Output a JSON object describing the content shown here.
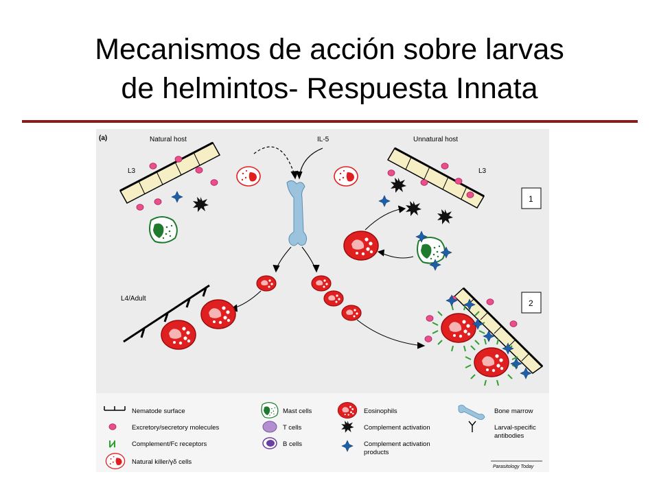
{
  "slide": {
    "title_line1": "Mecanismos de acción sobre larvas",
    "title_line2": "de helmintos- Respuesta Innata"
  },
  "figure": {
    "panel_label": "(a)",
    "natural_host": "Natural host",
    "unnatural_host": "Unnatural host",
    "il5": "IL-5",
    "l3_left": "L3",
    "l3_right": "L3",
    "l4_adult": "L4/Adult",
    "box1": "1",
    "box2": "2",
    "source": "Parasitology Today",
    "legend": {
      "nematode_surface": "Nematode surface",
      "excretory": "Excretory/secretory molecules",
      "complement_fc": "Complement/Fc receptors",
      "nk_cells": "Natural killer/γδ cells",
      "mast_cells": "Mast cells",
      "t_cells": "T cells",
      "b_cells": "B cells",
      "eosinophils": "Eosinophils",
      "complement_activation": "Complement activation",
      "complement_products_1": "Complement activation",
      "complement_products_2": "products",
      "bone_marrow": "Bone marrow",
      "antibodies_1": "Larval-specific",
      "antibodies_2": "antibodies"
    }
  },
  "colors": {
    "rule": "#8b1a1a",
    "eosinophil": "#e02020",
    "mast_cell": "#1f7a2e",
    "bone_marrow": "#9cc3dd",
    "molecule": "#e8508a",
    "complement_product": "#1f5fa8",
    "figure_background": "#ececec",
    "host_tissue": "#f6efc6"
  }
}
